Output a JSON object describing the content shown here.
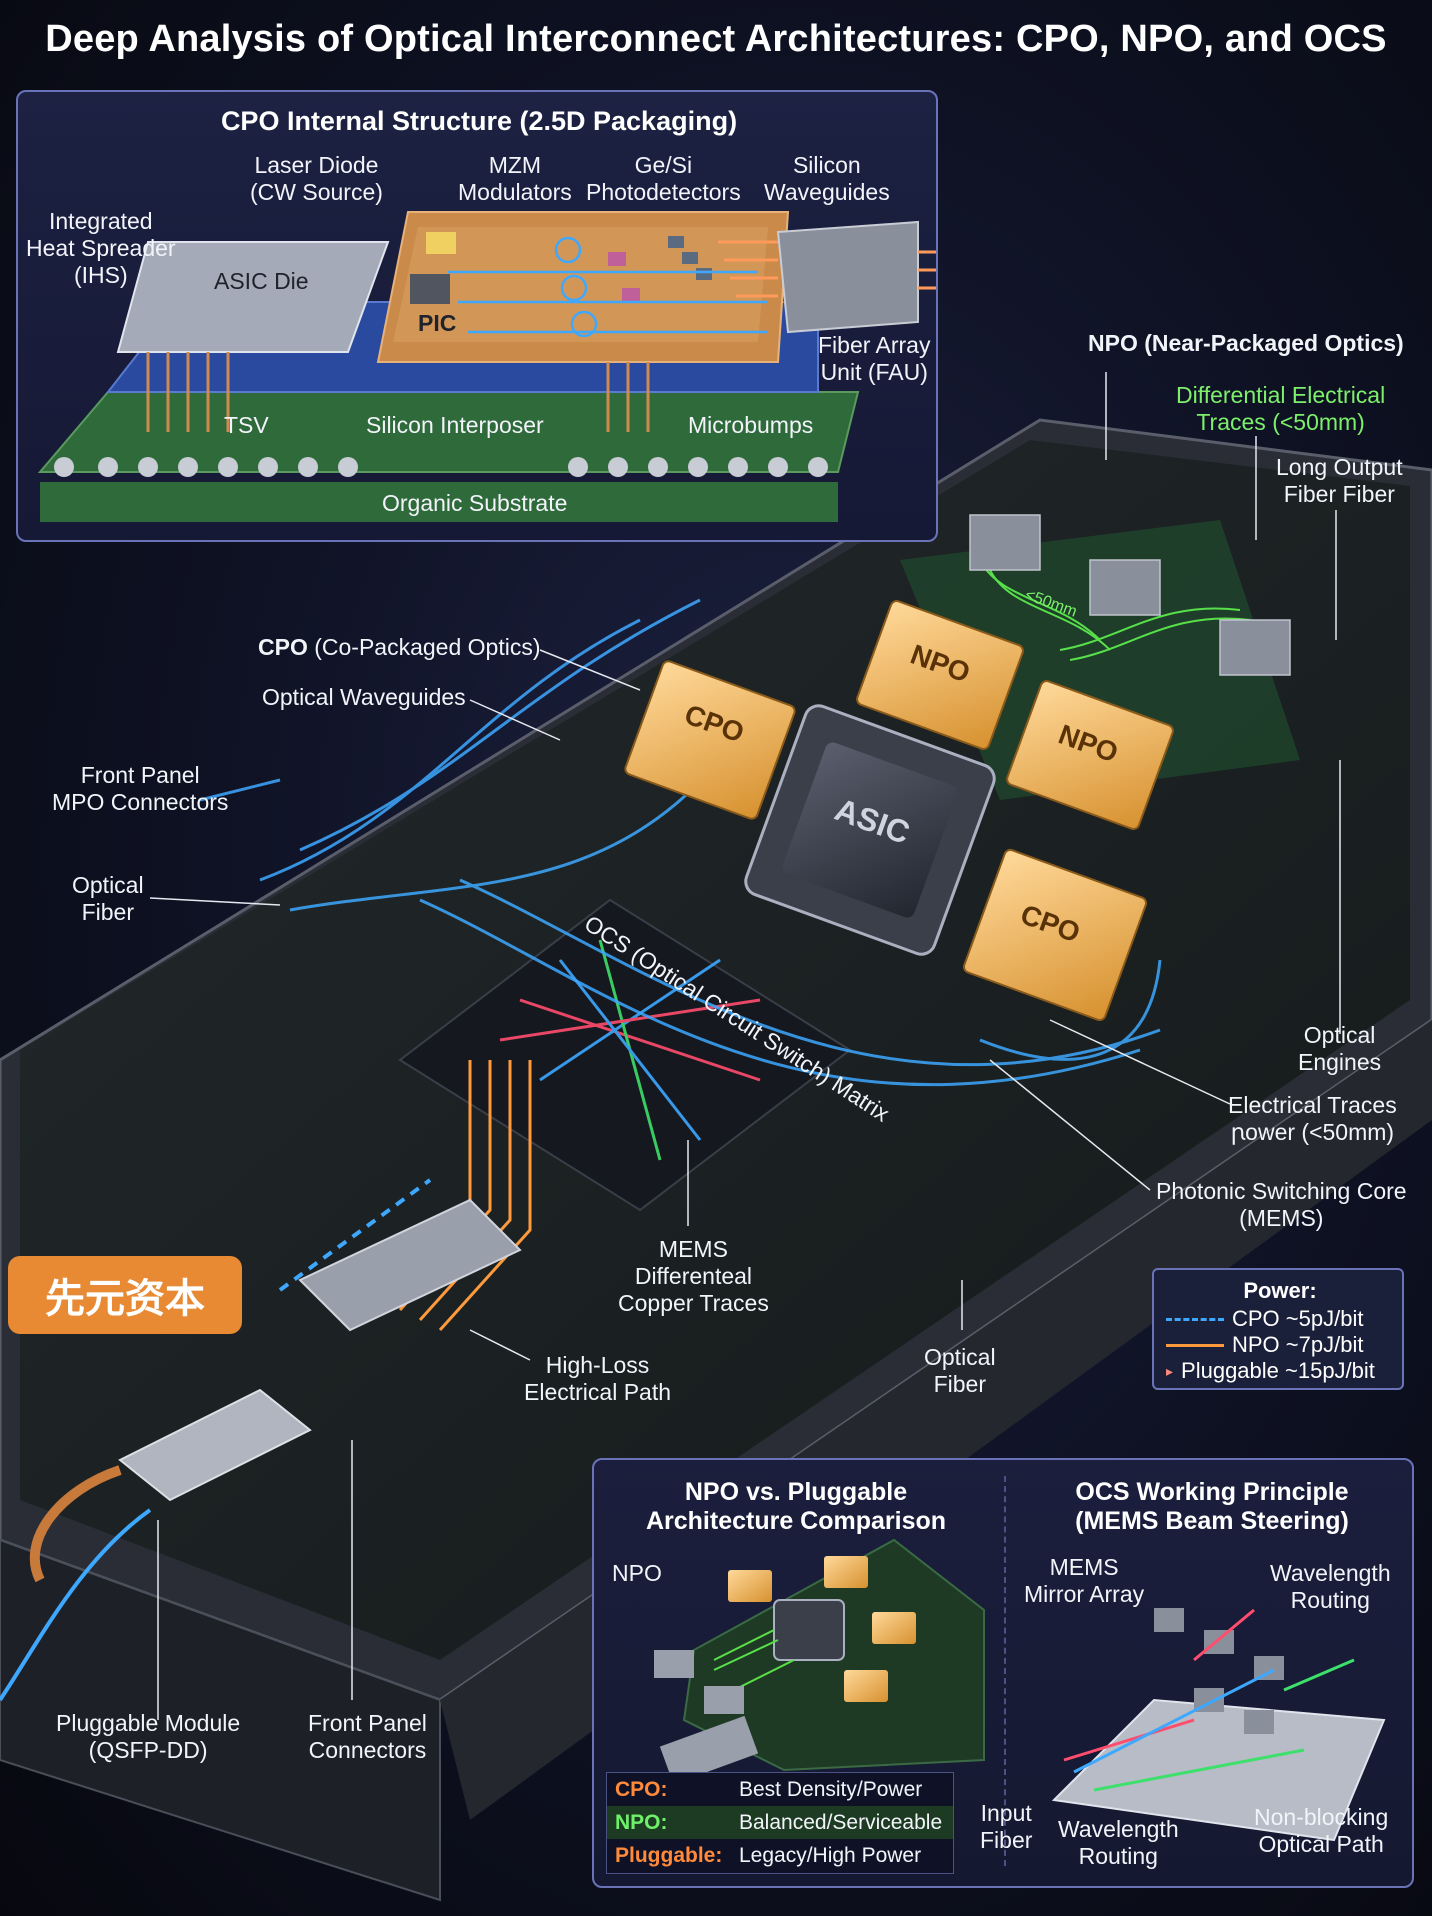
{
  "title": "Deep Analysis of Optical Interconnect Architectures: CPO, NPO, and OCS",
  "cpo_inset": {
    "title": "CPO Internal Structure (2.5D Packaging)",
    "laser": [
      "Laser Diode",
      "(CW Source)"
    ],
    "mzm": [
      "MZM",
      "Modulators"
    ],
    "pd": [
      "Ge/Si",
      "Photodetectors"
    ],
    "wg": [
      "Silicon",
      "Waveguides"
    ],
    "ihs": [
      "Integrated",
      "Heat Spreader",
      "(IHS)"
    ],
    "asic_die": "ASIC Die",
    "pic": "PIC",
    "fau": [
      "Fiber Array",
      "Unit (FAU)"
    ],
    "tsv": "TSV",
    "interposer": "Silicon Interposer",
    "microbumps": "Microbumps",
    "substrate": "Organic Substrate"
  },
  "board": {
    "npo_header": "NPO (Near-Packaged Optics)",
    "diff_traces": [
      "Differential Electrical",
      "Traces (<50mm)"
    ],
    "long_fiber": [
      "Long Output",
      "Fiber Fiber"
    ],
    "cpo_bold": "CPO",
    "cpo_rest": "(Co-Packaged Optics)",
    "opt_wg": "Optical Waveguides",
    "front_mpo": [
      "Front Panel",
      "MPO Connectors"
    ],
    "opt_fiber": [
      "Optical",
      "Fiber"
    ],
    "ocs_matrix": "OCS (Optical Circuit Switch) Matrix",
    "opt_engines": [
      "Optical",
      "Engines"
    ],
    "elec_traces": [
      "Electrical Traces",
      "ꞃower (<50mm)"
    ],
    "photonic_core": [
      "Photonic Switching Core",
      "(MEMS)"
    ],
    "mems_diff": [
      "MEMS",
      "Differenteal",
      "Copper Traces"
    ],
    "high_loss": [
      "High-Loss",
      "Electrical Path"
    ],
    "opt_fiber2": [
      "Optical",
      "Fiber"
    ],
    "pluggable": [
      "Pluggable Module",
      "(QSFP-DD)"
    ],
    "front_conn": [
      "Front Panel",
      "Connectors"
    ],
    "chip_npo": "NPO",
    "chip_cpo": "CPO",
    "chip_asic": "ASIC",
    "trace_len": "<50mm"
  },
  "brand": "先元资本",
  "power": {
    "header": "Power:",
    "cpo": "CPO ~5pJ/bit",
    "npo": "NPO ~7pJ/bit",
    "pluggable": "Pluggable ~15pJ/bit",
    "colors": {
      "cpo": "#3ea8ff",
      "npo": "#ff9a3c",
      "pluggable": "#ff8a7a"
    }
  },
  "npo_panel": {
    "title": [
      "NPO vs. Pluggable",
      "Architecture Comparison"
    ],
    "npo_label": "NPO",
    "table": [
      {
        "key": "CPO:",
        "value": "Best Density/Power",
        "color": "#ff8a3c"
      },
      {
        "key": "NPO:",
        "value": "Balanced/Serviceable",
        "color": "#6ff06a"
      },
      {
        "key": "Pluggable:",
        "value": "Legacy/High Power",
        "color": "#ff8a3c"
      }
    ]
  },
  "ocs_panel": {
    "title": [
      "OCS Working Principle",
      "(MEMS Beam Steering)"
    ],
    "mems": [
      "MEMS",
      "Mirror Array"
    ],
    "wl_routing_top": [
      "Wavelength",
      "Routing"
    ],
    "input_fiber": [
      "Input",
      "Fiber"
    ],
    "wl_routing_bottom": [
      "Wavelength",
      "Routing"
    ],
    "non_blocking": [
      "Non-blocking",
      "Optical Path"
    ]
  },
  "colors": {
    "blue_fiber": "#3ea8ff",
    "orange_trace": "#ff9a3c",
    "green_trace": "#58e04a",
    "chip_gold": "#f0b860"
  }
}
